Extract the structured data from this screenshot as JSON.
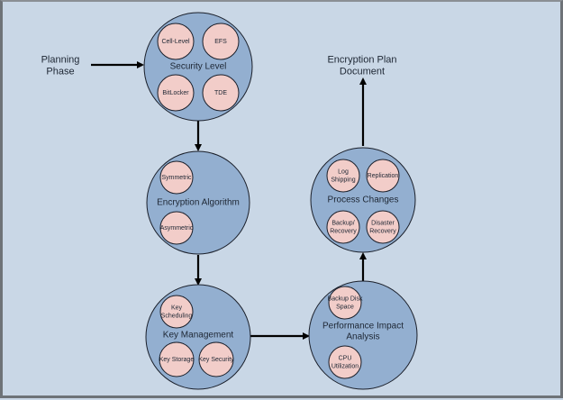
{
  "diagram": {
    "colors": {
      "background": "#c9d7e6",
      "stage_fill": "#93afd0",
      "item_fill": "#f2cdc9",
      "stroke": "#1a1f2a"
    },
    "start": {
      "label_lines": [
        "Planning",
        "Phase"
      ]
    },
    "end": {
      "label_lines": [
        "Encryption Plan",
        "Document"
      ]
    },
    "stages": [
      {
        "id": "security-level",
        "label_lines": [
          "Security Level"
        ],
        "items": [
          {
            "label_lines": [
              "Cell-Level"
            ]
          },
          {
            "label_lines": [
              "EFS"
            ]
          },
          {
            "label_lines": [
              "BitLocker"
            ]
          },
          {
            "label_lines": [
              "TDE"
            ]
          }
        ]
      },
      {
        "id": "encryption-algorithm",
        "label_lines": [
          "Encryption Algorithm"
        ],
        "items": [
          {
            "label_lines": [
              "Symmetric"
            ]
          },
          {
            "label_lines": [
              "Asymmetric"
            ]
          }
        ]
      },
      {
        "id": "key-management",
        "label_lines": [
          "Key Management"
        ],
        "items": [
          {
            "label_lines": [
              "Key",
              "Scheduling"
            ]
          },
          {
            "label_lines": [
              "Key Storage"
            ]
          },
          {
            "label_lines": [
              "Key Security"
            ]
          }
        ]
      },
      {
        "id": "performance-impact-analysis",
        "label_lines": [
          "Performance Impact",
          "Analysis"
        ],
        "items": [
          {
            "label_lines": [
              "Backup Disk",
              "Space"
            ]
          },
          {
            "label_lines": [
              "CPU",
              "Utilization"
            ]
          }
        ]
      },
      {
        "id": "process-changes",
        "label_lines": [
          "Process Changes"
        ],
        "items": [
          {
            "label_lines": [
              "Log",
              "Shipping"
            ]
          },
          {
            "label_lines": [
              "Replication"
            ]
          },
          {
            "label_lines": [
              "Backup/",
              "Recovery"
            ]
          },
          {
            "label_lines": [
              "Disaster",
              "Recovery"
            ]
          }
        ]
      }
    ],
    "flow": [
      {
        "from": "start",
        "to": "security-level"
      },
      {
        "from": "security-level",
        "to": "encryption-algorithm"
      },
      {
        "from": "encryption-algorithm",
        "to": "key-management"
      },
      {
        "from": "key-management",
        "to": "performance-impact-analysis"
      },
      {
        "from": "performance-impact-analysis",
        "to": "process-changes"
      },
      {
        "from": "process-changes",
        "to": "end"
      }
    ]
  }
}
